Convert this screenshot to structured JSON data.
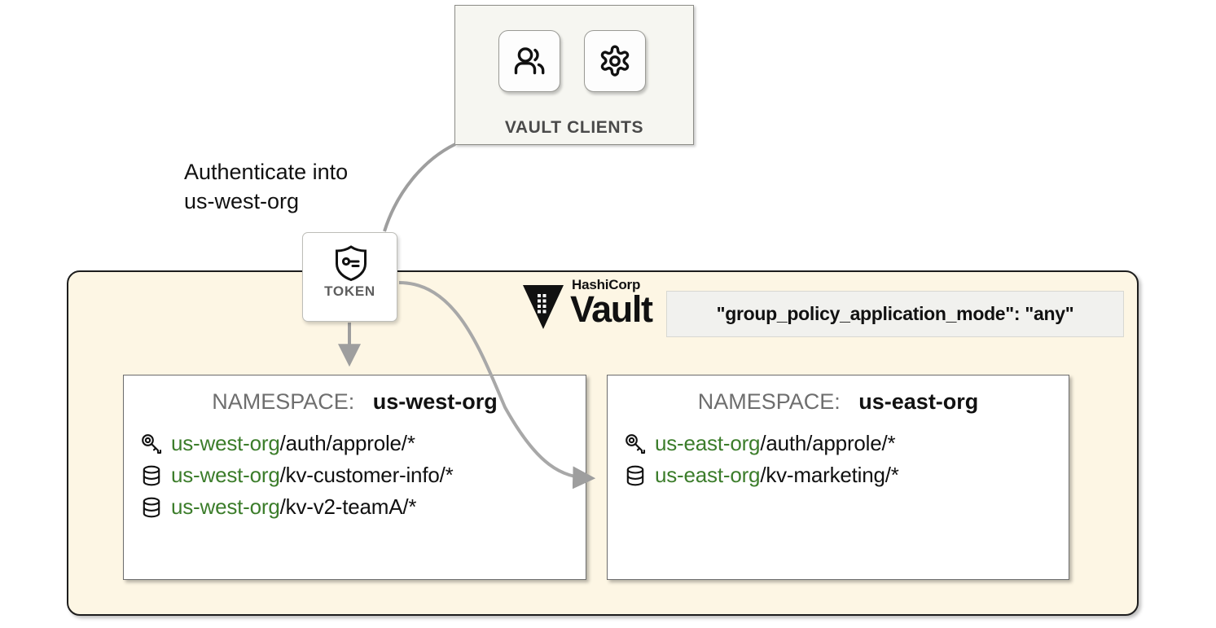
{
  "clients": {
    "label": "VAULT CLIENTS",
    "icons": [
      {
        "name": "users-icon"
      },
      {
        "name": "gear-icon"
      }
    ]
  },
  "token": {
    "label": "TOKEN",
    "icon": "shield-key-icon"
  },
  "annotation": {
    "text": "Authenticate into us-west-org",
    "line1": "Authenticate into",
    "line2": "us-west-org"
  },
  "vault": {
    "brand_top": "HashiCorp",
    "brand_name": "Vault",
    "logo_icon": "vault-triangle-logo"
  },
  "policy": {
    "text": "\"group_policy_application_mode\": \"any\""
  },
  "namespaces": [
    {
      "title_label": "NAMESPACE:",
      "title_value": "us-west-org",
      "paths": [
        {
          "icon": "key-icon",
          "prefix": "us-west-org",
          "suffix": "/auth/approle/*"
        },
        {
          "icon": "database-icon",
          "prefix": "us-west-org",
          "suffix": "/kv-customer-info/*"
        },
        {
          "icon": "database-icon",
          "prefix": "us-west-org",
          "suffix": "/kv-v2-teamA/*"
        }
      ]
    },
    {
      "title_label": "NAMESPACE:",
      "title_value": "us-east-org",
      "paths": [
        {
          "icon": "key-icon",
          "prefix": "us-east-org",
          "suffix": "/auth/approle/*"
        },
        {
          "icon": "database-icon",
          "prefix": "us-east-org",
          "suffix": "/kv-marketing/*"
        }
      ]
    }
  ],
  "colors": {
    "panel_bg": "#fdf6e4",
    "path_prefix_green": "#3c7d2b",
    "arrow_gray": "#9e9e9e",
    "label_gray": "#6e6e6e"
  }
}
